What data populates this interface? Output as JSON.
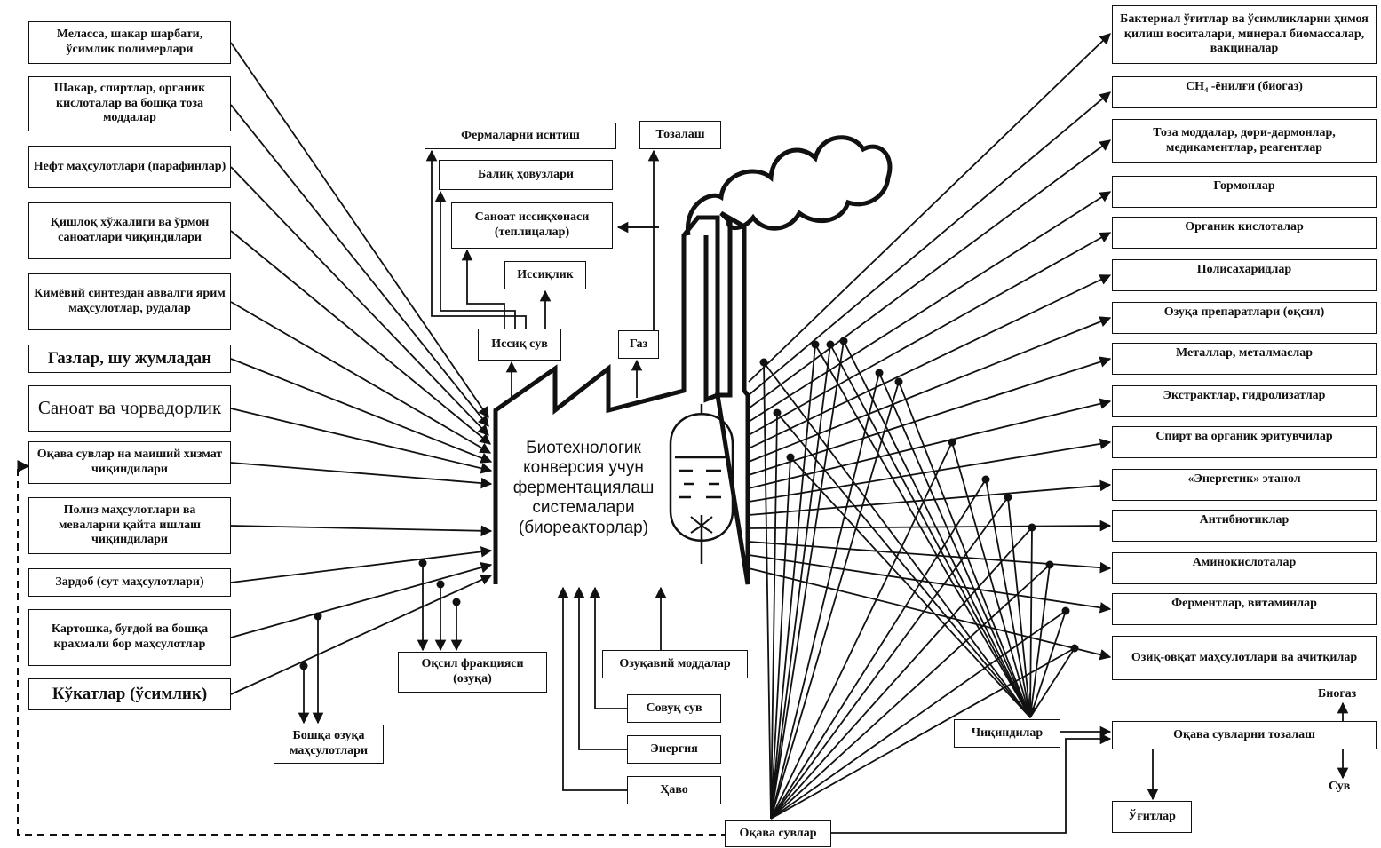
{
  "inputs": [
    "Меласса, шакар шарбати, ўсимлик полимерлари",
    "Шакар, спиртлар, органик кислоталар ва бошқа тоза моддалар",
    "Нефт маҳсулотлари (парафинлар)",
    "Қишлоқ хўжалиги ва ўрмон саноатлари чиқиндилари",
    "Кимёвий синтездан аввалги ярим маҳсулотлар, рудалар",
    "Газлар, шу жумладан",
    "Саноат ва чорвадорлик",
    "Оқава сувлар на маиший хизмат чиқиндилари",
    "Полиз маҳсулотлари ва меваларни қайта ишлаш чиқиндилари",
    "Зардоб (сут маҳсулотлари)",
    "Картошка, буғдой ва бошқа крахмали бор маҳсулотлар",
    "Кўкатлар (ўсимлик)"
  ],
  "outputs": [
    "Бактериал ўғитлар ва ўсимликларни ҳимоя қилиш воситалари, минерал биомассалар, вакциналар",
    "CH₄ -ёнилғи (биогаз)",
    "Тоза моддалар, дори-дармонлар, медикаментлар, реагентлар",
    "Гормонлар",
    "Органик кислоталар",
    "Полисахаридлар",
    "Озуқа препаратлари (оқсил)",
    "Металлар, металмаслар",
    "Экстрактлар, гидролизатлар",
    "Спирт ва органик эритувчилар",
    "«Энергетик» этанол",
    "Антибиотиклар",
    "Аминокислоталар",
    "Ферментлар, витаминлар",
    "Озиқ-овқат маҳсулотлари ва ачитқилар"
  ],
  "factory": {
    "label": "Биотехнологик конверсия учун ферментациялаш системалари (биореакторлар)"
  },
  "top": {
    "farm_heating": "Фермаларни иситиш",
    "fish_ponds": "Балиқ ҳовузлари",
    "greenhouse": "Саноат иссиқхонаси (теплицалар)",
    "heat": "Иссиқлик",
    "hot_water": "Иссиқ сув",
    "gas": "Газ",
    "cleaning": "Тозалаш"
  },
  "bottom": {
    "protein_fraction": "Оқсил фракцияси (озуқа)",
    "other_feed": "Бошқа озуқа маҳсулотлари",
    "nutrients": "Озуқавий моддалар",
    "cold_water": "Совуқ сув",
    "energy": "Энергия",
    "air": "Ҳаво",
    "wastewater": "Оқава сувлар",
    "waste": "Чиқиндилар",
    "wastewater_treatment": "Оқава сувларни тозалаш",
    "biogas": "Биогаз",
    "water": "Сув",
    "fertilizers": "Ўғитлар"
  },
  "colors": {
    "line": "#111111",
    "background": "#ffffff"
  }
}
